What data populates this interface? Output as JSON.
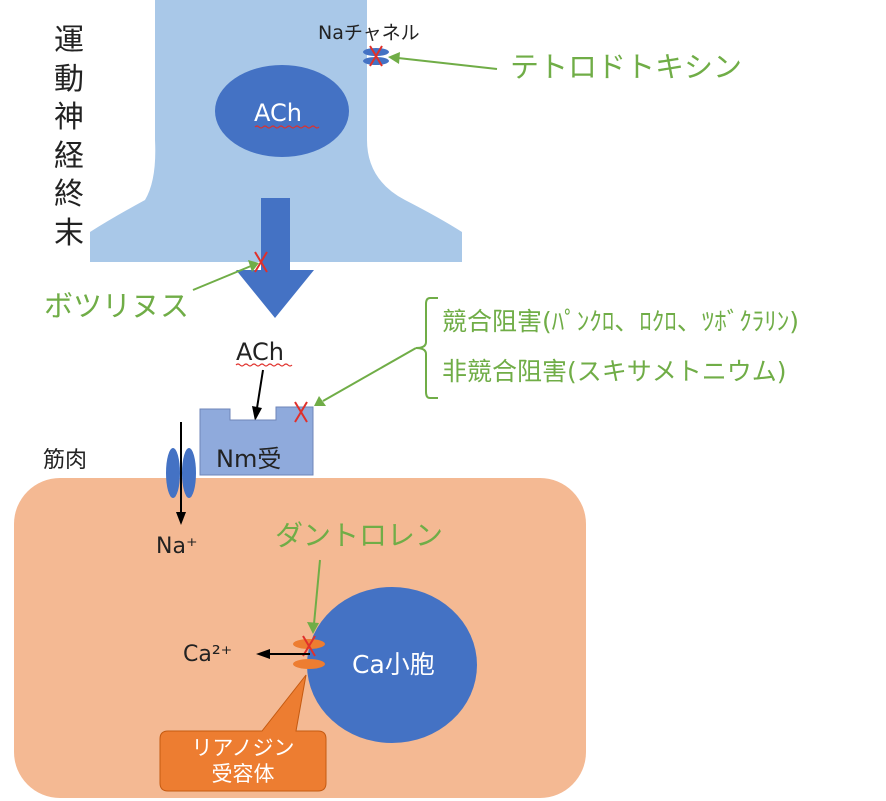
{
  "nerve_terminal": {
    "vertical_label": [
      "運",
      "動",
      "神",
      "経",
      "終",
      "末"
    ],
    "ach_vesicle_label": "ACh",
    "na_channel_label": "Naチャネル"
  },
  "released_ach_label": "ACh",
  "receptor_label": "Nm受",
  "muscle_label": "筋肉",
  "na_ion_label": "Na⁺",
  "ca_store_label": "Ca小胞",
  "ca_ion_label": "Ca²⁺",
  "ryanodine_receptor_label": [
    "リアノジン",
    "受容体"
  ],
  "drugs": {
    "tetrodotoxin": "テトロドトキシン",
    "botulinus": "ボツリヌス",
    "competitive": "競合阻害(ﾊﾟﾝｸﾛ、ﾛｸﾛ、ﾂﾎﾞｸﾗﾘﾝ)",
    "noncompetitive": "非競合阻害(スキサメトニウム)",
    "dantrolene": "ダントロレン"
  },
  "colors": {
    "nerve_fill": "#a9c8e8",
    "vesicle_fill": "#4472c4",
    "arrow_fill": "#4472c4",
    "receptor_fill": "#8faadc",
    "muscle_fill": "#f4b993",
    "ca_store_fill": "#4472c4",
    "drug_text": "#70ad47",
    "block_mark": "#e0302b",
    "ryanodine_fill": "#ed7d31"
  }
}
